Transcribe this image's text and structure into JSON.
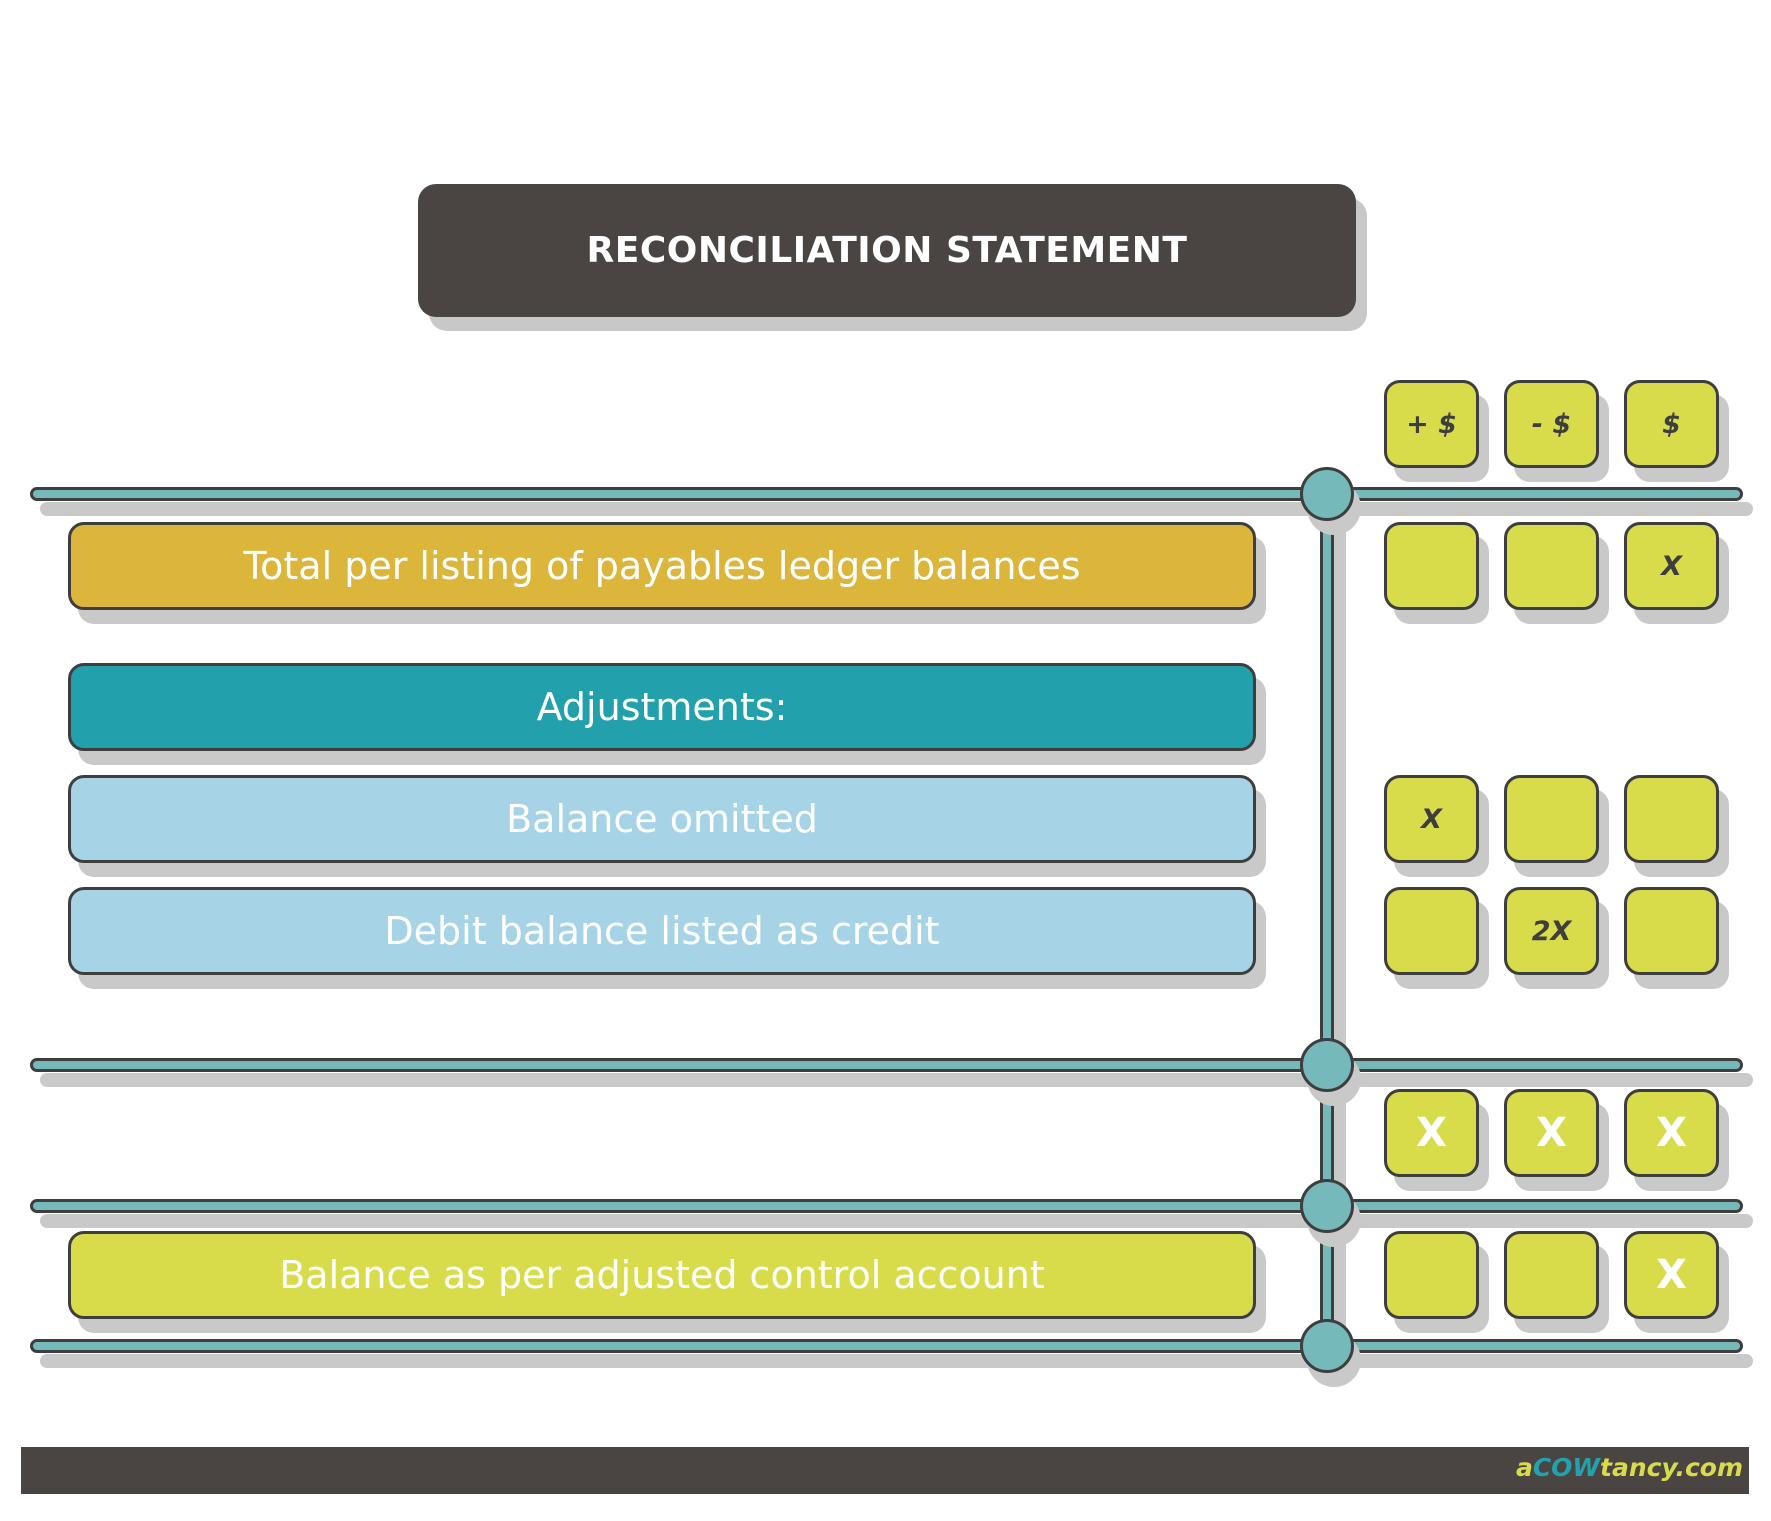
{
  "title": "RECONCILIATION STATEMENT",
  "colors": {
    "title_bg": "#4a4543",
    "gold": "#dbb63a",
    "teal": "#22a0ab",
    "light_blue": "#a6d3e5",
    "lime": "#d8dc4b",
    "rail": "#76b9bb",
    "footer": "#4a4543"
  },
  "column_headers": [
    "+ $",
    "- $",
    "$"
  ],
  "rows": [
    {
      "label": "Total per listing of payables ledger balances",
      "cells": [
        "",
        "",
        "X"
      ]
    },
    {
      "label": "Adjustments:"
    },
    {
      "label": "Balance omitted",
      "cells": [
        "X",
        "",
        ""
      ]
    },
    {
      "label": "Debit balance listed as credit",
      "cells": [
        "",
        "2X",
        ""
      ]
    }
  ],
  "totals": [
    "X",
    "X",
    "X"
  ],
  "final_row": {
    "label": "Balance as per adjusted control account",
    "cells": [
      "",
      "",
      "X"
    ]
  },
  "footer": {
    "brand_a": "a",
    "brand_cow": "COW",
    "brand_rest": "tancy.com"
  }
}
